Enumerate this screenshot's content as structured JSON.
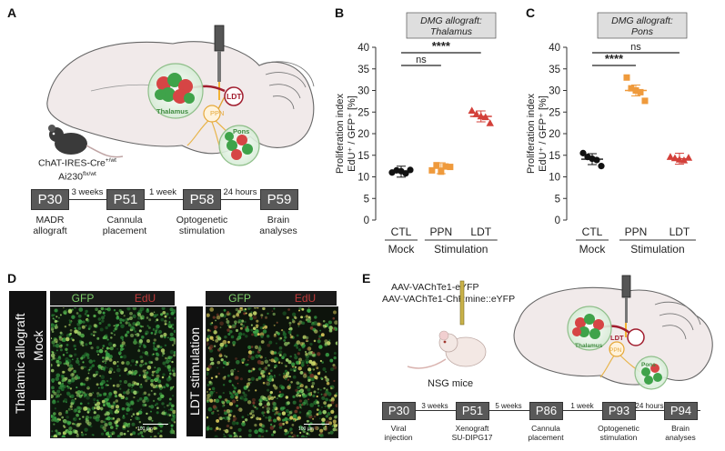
{
  "panels": {
    "a": {
      "letter": "A",
      "mouse_label_1": "ChAT-IRES-Cre",
      "mouse_label_1_sup": "+/wt",
      "mouse_label_2": "Ai230",
      "mouse_label_2_sup": "flx/wt",
      "region_labels": {
        "thalamus": "Thalamus",
        "pons": "Pons",
        "ppn": "PPN",
        "ldt": "LDT"
      },
      "timeline": {
        "points": [
          "P30",
          "P51",
          "P58",
          "P59"
        ],
        "intervals": [
          "3 weeks",
          "1 week",
          "24 hours"
        ],
        "labels": [
          [
            "MADR",
            "allograft"
          ],
          [
            "Cannula",
            "placement"
          ],
          [
            "Optogenetic",
            "stimulation"
          ],
          [
            "Brain",
            "analyses"
          ]
        ]
      }
    },
    "b": {
      "letter": "B"
    },
    "c": {
      "letter": "C"
    },
    "d": {
      "letter": "D",
      "channels": {
        "gfp": "GFP",
        "edu": "EdU"
      },
      "row_label_left": "Thalamic allograft",
      "cond_left": "Mock",
      "cond_right": "LDT stimulation",
      "scale_bar_text": "100 μm"
    },
    "e": {
      "letter": "E",
      "virus_1": "AAV-VAChTe1-eYFP",
      "virus_2": "AAV-VAChTe1-ChRmine::eYFP",
      "mouse_label": "NSG mice",
      "region_labels": {
        "thalamus": "Thalamus",
        "pons": "Pons",
        "ppn": "PPN",
        "ldt": "LDT"
      },
      "timeline": {
        "points": [
          "P30",
          "P51",
          "P86",
          "P93",
          "P94"
        ],
        "intervals": [
          "3 weeks",
          "5 weeks",
          "1 week",
          "24 hours"
        ],
        "labels": [
          [
            "Viral",
            "injection"
          ],
          [
            "Xenograft",
            "SU-DIPG17"
          ],
          [
            "Cannula",
            "placement"
          ],
          [
            "Optogenetic",
            "stimulation"
          ],
          [
            "Brain",
            "analyses"
          ]
        ]
      }
    }
  },
  "chart_data": [
    {
      "type": "scatter",
      "title": "DMG allograft: Thalamus",
      "ylabel": "Proliferation index EdU⁺ / GFP⁺ [%]",
      "ylim": [
        0,
        40
      ],
      "yticks": [
        0,
        5,
        10,
        15,
        20,
        25,
        30,
        35,
        40
      ],
      "categories": [
        "CTL",
        "PPN",
        "LDT"
      ],
      "group_labels": [
        "Mock",
        "Stimulation"
      ],
      "colors": [
        "#111111",
        "#ef9a3c",
        "#d3403a"
      ],
      "series": [
        {
          "category": "CTL",
          "mean": 11.2,
          "points": [
            11.0,
            11.5,
            11.3,
            10.8,
            11.6
          ]
        },
        {
          "category": "PPN",
          "mean": 12.0,
          "points": [
            11.5,
            12.7,
            11.2,
            12.4,
            12.3
          ]
        },
        {
          "category": "LDT",
          "mean": 24.0,
          "points": [
            25.3,
            24.5,
            24.0,
            23.8,
            22.4
          ]
        }
      ],
      "significance": [
        {
          "from": "CTL",
          "to": "PPN",
          "label": "ns"
        },
        {
          "from": "CTL",
          "to": "LDT",
          "label": "****"
        }
      ]
    },
    {
      "type": "scatter",
      "title": "DMG allograft: Pons",
      "ylabel": "Proliferation index EdU⁺ / GFP⁺ [%]",
      "ylim": [
        0,
        40
      ],
      "yticks": [
        0,
        5,
        10,
        15,
        20,
        25,
        30,
        35,
        40
      ],
      "categories": [
        "CTL",
        "PPN",
        "LDT"
      ],
      "group_labels": [
        "Mock",
        "Stimulation"
      ],
      "colors": [
        "#111111",
        "#ef9a3c",
        "#d3403a"
      ],
      "series": [
        {
          "category": "CTL",
          "mean": 14.1,
          "points": [
            15.5,
            14.6,
            14.2,
            13.9,
            12.5
          ]
        },
        {
          "category": "PPN",
          "mean": 30.0,
          "points": [
            33.0,
            30.5,
            30.0,
            29.6,
            27.6
          ]
        },
        {
          "category": "LDT",
          "mean": 14.2,
          "points": [
            14.6,
            14.3,
            14.0,
            13.8,
            14.4
          ]
        }
      ],
      "significance": [
        {
          "from": "CTL",
          "to": "PPN",
          "label": "****"
        },
        {
          "from": "CTL",
          "to": "LDT",
          "label": "ns"
        }
      ]
    }
  ]
}
